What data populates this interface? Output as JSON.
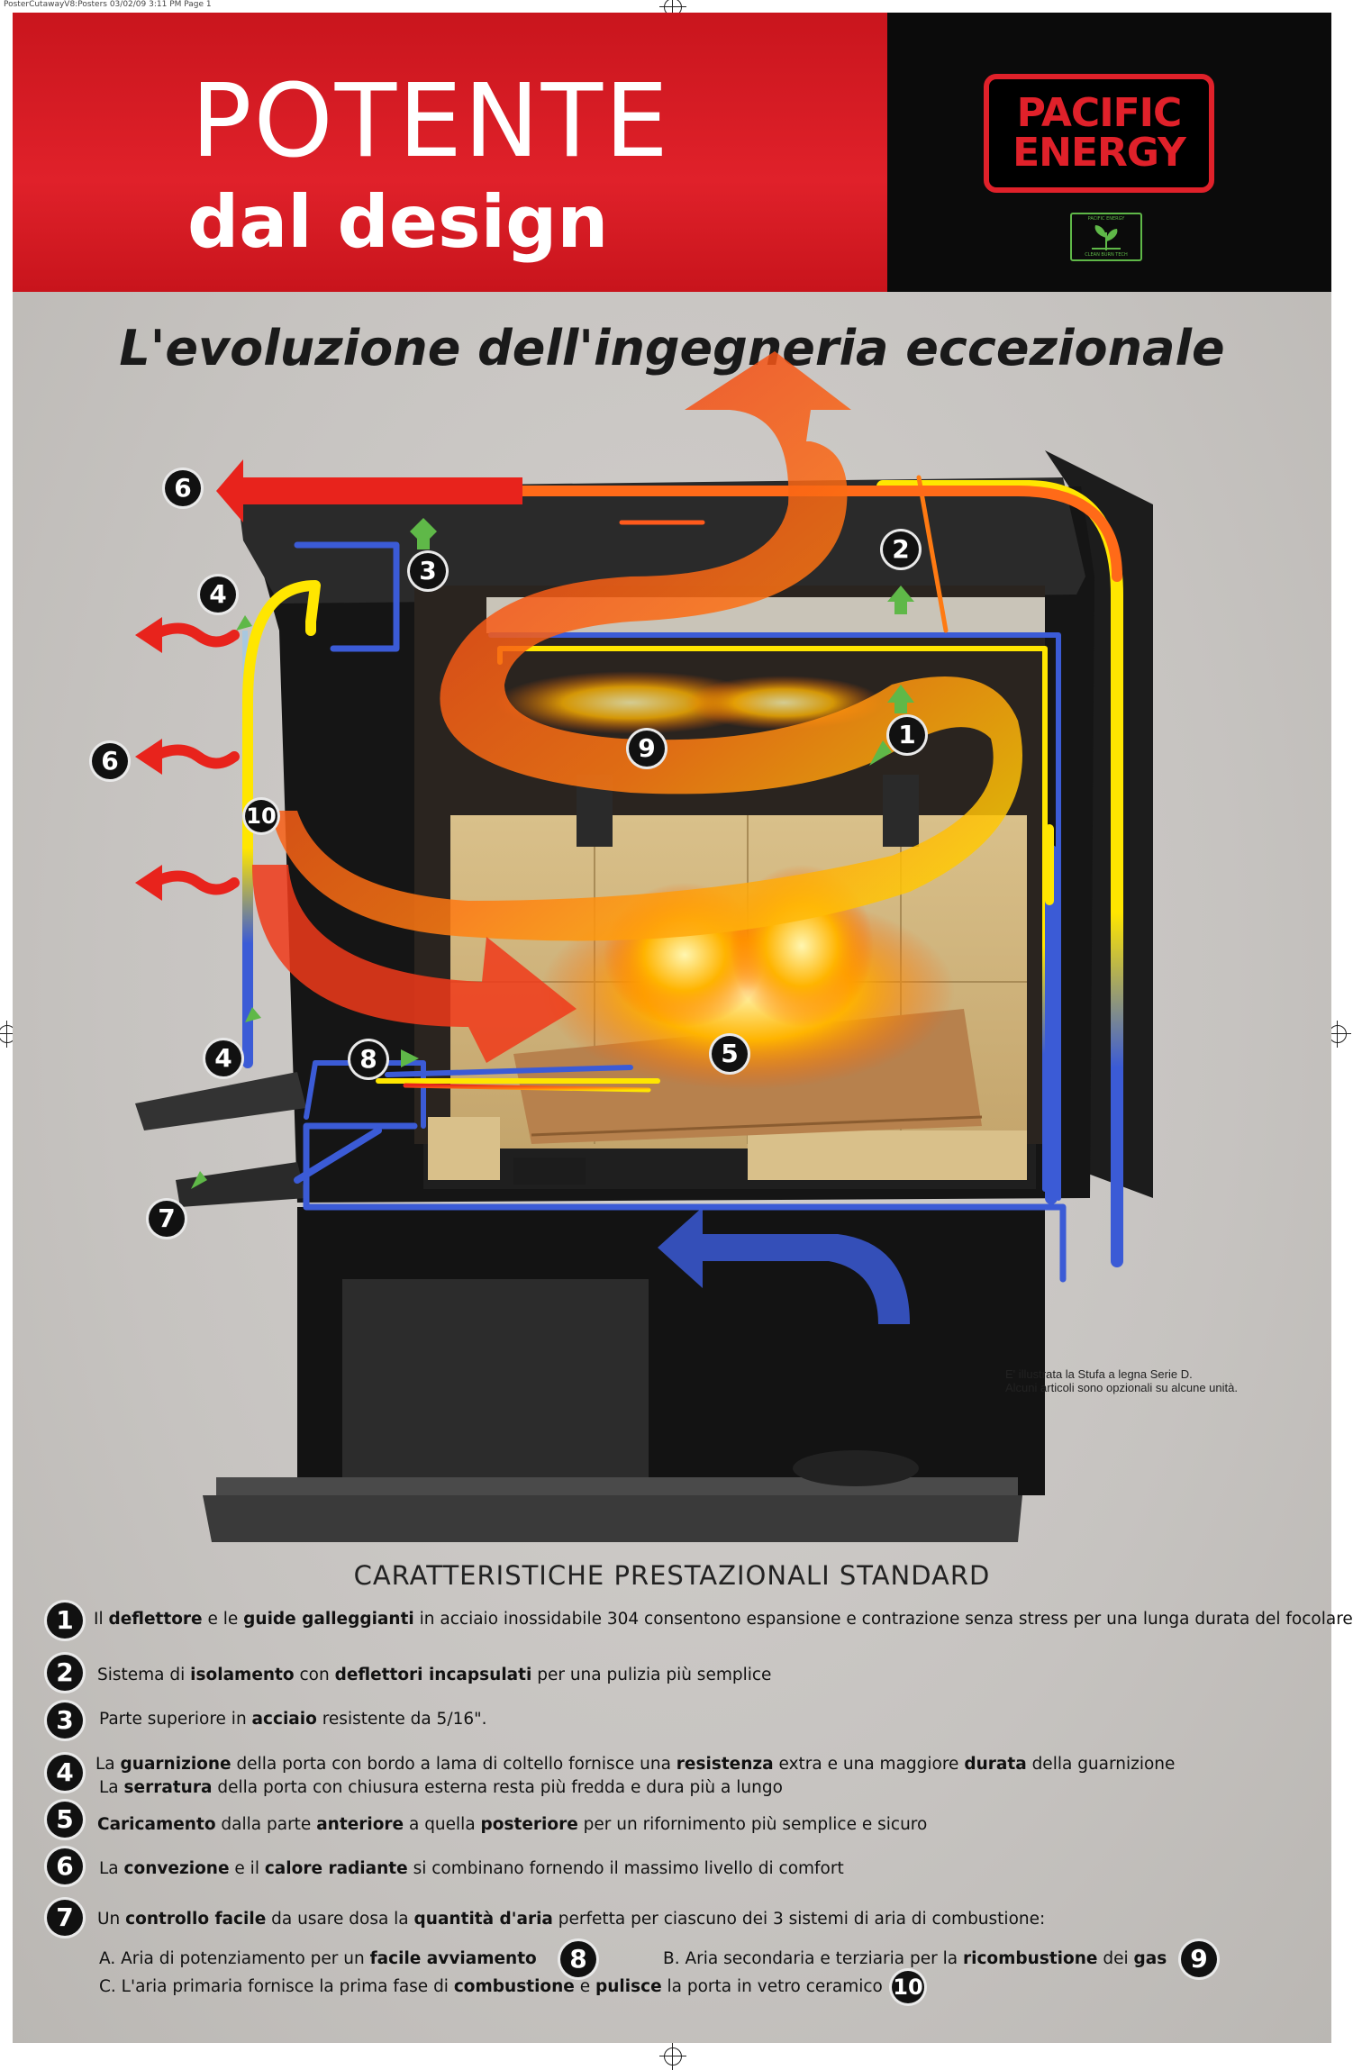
{
  "print_slug": "PosterCutawayV8:Posters  03/02/09  3:11 PM  Page 1",
  "header": {
    "title": "POTENTE",
    "subtitle": "dal design",
    "brand_line1": "PACIFIC",
    "brand_line2": "ENERGY",
    "badge_top": "PACIFIC ENERGY",
    "badge_bottom": "CLEAN BURN TECH"
  },
  "headline": "L'evoluzione dell'ingegneria eccezionale",
  "callouts": [
    "6",
    "2",
    "3",
    "4",
    "1",
    "9",
    "6",
    "10",
    "4",
    "8",
    "5",
    "7"
  ],
  "note_line1": "E' illustrata la Stufa a legna Serie D.",
  "note_line2": "Alcuni articoli sono opzionali su alcune unità.",
  "features_title": "CARATTERISTICHE PRESTAZIONALI STANDARD",
  "features": [
    {
      "num": "1",
      "parts": [
        "Il ",
        "deflettore",
        " e le ",
        "guide galleggianti",
        " in acciaio inossidabile 304 consentono espansione e contrazione senza stress per una lunga durata del focolare"
      ]
    },
    {
      "num": "2",
      "parts": [
        "Sistema di ",
        "isolamento",
        " con ",
        "deflettori incapsulati",
        " per una pulizia più semplice"
      ]
    },
    {
      "num": "3",
      "parts": [
        "Parte superiore in ",
        "acciaio",
        " resistente da 5/16\"."
      ]
    },
    {
      "num": "4",
      "parts": [
        "La ",
        "guarnizione",
        " della porta con bordo a lama di coltello fornisce una ",
        "resistenza",
        " extra e una maggiore ",
        "durata",
        " della guarnizione"
      ],
      "parts2": [
        "La ",
        "serratura",
        " della porta con chiusura esterna resta più fredda e dura più a lungo"
      ]
    },
    {
      "num": "5",
      "parts": [
        "",
        "Caricamento",
        " dalla parte ",
        "anteriore",
        " a quella ",
        "posteriore",
        " per un rifornimento più semplice e sicuro"
      ]
    },
    {
      "num": "6",
      "parts": [
        "La ",
        "convezione",
        " e il ",
        "calore radiante",
        " si combinano fornendo il massimo livello di comfort"
      ]
    },
    {
      "num": "7",
      "parts": [
        "Un ",
        "controllo facile",
        " da usare dosa la ",
        "quantità d'aria",
        " perfetta per ciascuno dei 3 sistemi di aria di combustione:"
      ]
    }
  ],
  "sub_a": {
    "parts": [
      "A. Aria di potenziamento per un ",
      "facile avviamento"
    ],
    "num": "8"
  },
  "sub_b": {
    "parts": [
      "B. Aria secondaria e terziaria per la ",
      "ricombustione",
      " dei ",
      "gas"
    ],
    "num": "9"
  },
  "sub_c": {
    "parts": [
      "C. L'aria primaria fornisce la prima fase di ",
      "combustione",
      " e ",
      "pulisce",
      " la porta in vetro ceramico"
    ],
    "num": "10"
  },
  "colors": {
    "red": "#e0212a",
    "black": "#0b0b0b",
    "panel": "#c8c5c2",
    "green": "#5fb848",
    "blue": "#3b5bd6",
    "yellow": "#ffe600"
  }
}
